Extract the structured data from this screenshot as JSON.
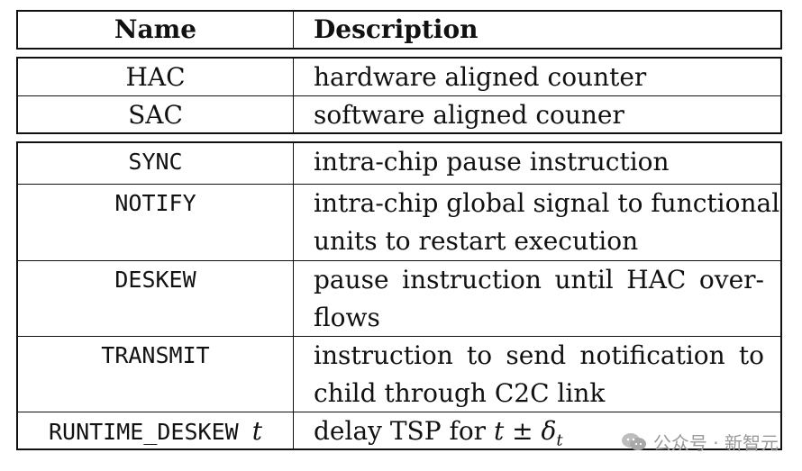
{
  "header": {
    "name": "Name",
    "description": "Description"
  },
  "group1": [
    {
      "name": "HAC",
      "desc": [
        "hardware aligned counter"
      ]
    },
    {
      "name": "SAC",
      "desc": [
        "software aligned couner"
      ]
    }
  ],
  "group2": [
    {
      "name": "SYNC",
      "desc": [
        "intra-chip pause instruction"
      ]
    },
    {
      "name": "NOTIFY",
      "desc": [
        "intra-chip global signal to functional",
        "units to restart execution"
      ]
    },
    {
      "name": "DESKEW",
      "desc": [
        "pause instruction until HAC over-",
        "flows"
      ]
    },
    {
      "name": "TRANSMIT",
      "desc": [
        "instruction to send notification to",
        "child through C2C link"
      ]
    },
    {
      "name": "RUNTIME_DESKEW",
      "name_param": "t",
      "desc_prefix": "delay TSP for",
      "desc_var": "t",
      "desc_pm": "±",
      "desc_delta": "δ",
      "desc_sub": "t"
    }
  ],
  "watermark": {
    "text": "公众号 · 新智元",
    "icon": "wechat-icon"
  }
}
